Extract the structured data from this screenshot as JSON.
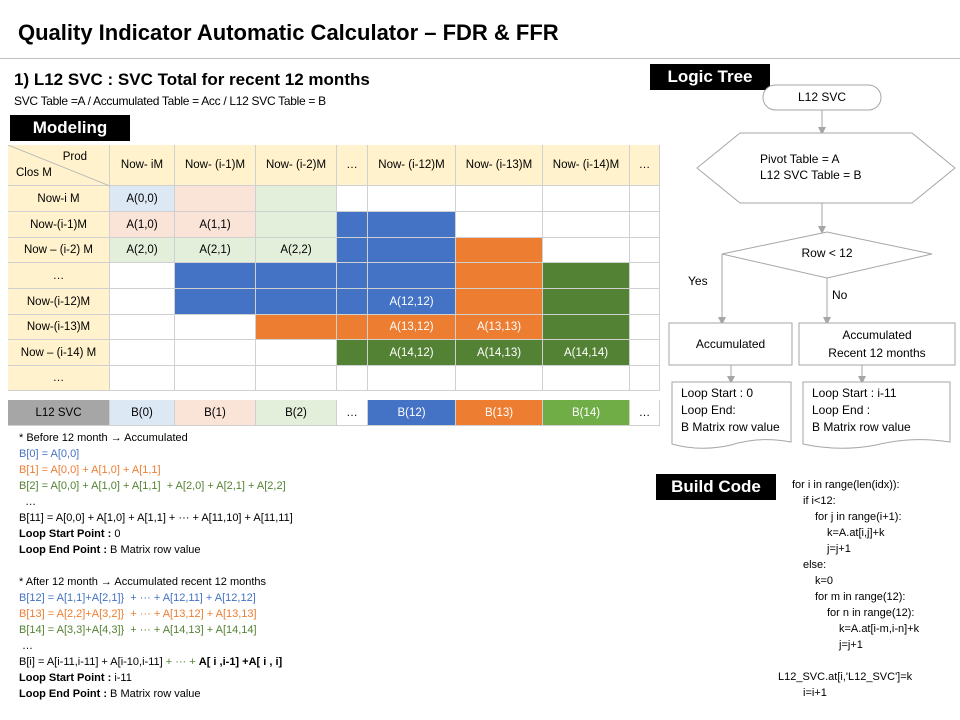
{
  "title": "Quality Indicator Automatic Calculator – FDR & FFR",
  "section": {
    "heading": "1)  L12 SVC : SVC Total for recent 12 months",
    "subtitle": "SVC Table =A / Accumulated Table = Acc /  L12 SVC Table = B"
  },
  "labels": {
    "modeling": "Modeling",
    "logic_tree": "Logic Tree",
    "build_code": "Build Code"
  },
  "colors": {
    "w": "#ffffff",
    "lb": "#dde8f5",
    "pe": "#fae3d7",
    "lg": "#e3efda",
    "bl": "#4472c4",
    "or": "#ed7d31",
    "gr": "#548235",
    "gl": "#70ad47",
    "hd": "#fff2cc",
    "gy": "#a6a6a6"
  },
  "table": {
    "corner_top": "Prod",
    "corner_bottom": "Clos M",
    "columns": [
      "Now- iM",
      "Now- (i-1)M",
      "Now- (i-2)M",
      "…",
      "Now- (i-12)M",
      "Now- (i-13)M",
      "Now- (i-14)M",
      "…"
    ],
    "rows": [
      {
        "label": "Now-i M",
        "cells": [
          [
            "lb",
            "A(0,0)"
          ],
          [
            "pe",
            ""
          ],
          [
            "lg",
            ""
          ],
          [
            "w",
            ""
          ],
          [
            "w",
            ""
          ],
          [
            "w",
            ""
          ],
          [
            "w",
            ""
          ],
          [
            "w",
            ""
          ]
        ]
      },
      {
        "label": "Now-(i-1)M",
        "cells": [
          [
            "pe",
            "A(1,0)"
          ],
          [
            "pe",
            "A(1,1)"
          ],
          [
            "lg",
            ""
          ],
          [
            "bl",
            ""
          ],
          [
            "bl",
            ""
          ],
          [
            "w",
            ""
          ],
          [
            "w",
            ""
          ],
          [
            "w",
            ""
          ]
        ]
      },
      {
        "label": "Now – (i-2) M",
        "cells": [
          [
            "lg",
            "A(2,0)"
          ],
          [
            "lg",
            "A(2,1)"
          ],
          [
            "lg",
            "A(2,2)"
          ],
          [
            "bl",
            ""
          ],
          [
            "bl",
            ""
          ],
          [
            "or",
            ""
          ],
          [
            "w",
            ""
          ],
          [
            "w",
            ""
          ]
        ]
      },
      {
        "label": "…",
        "cells": [
          [
            "w",
            ""
          ],
          [
            "bl",
            ""
          ],
          [
            "bl",
            ""
          ],
          [
            "bl",
            ""
          ],
          [
            "bl",
            ""
          ],
          [
            "or",
            ""
          ],
          [
            "gr",
            ""
          ],
          [
            "w",
            ""
          ]
        ]
      },
      {
        "label": "Now-(i-12)M",
        "cells": [
          [
            "w",
            ""
          ],
          [
            "bl",
            ""
          ],
          [
            "bl",
            ""
          ],
          [
            "bl",
            ""
          ],
          [
            "bl",
            "A(12,12)"
          ],
          [
            "or",
            ""
          ],
          [
            "gr",
            ""
          ],
          [
            "w",
            ""
          ]
        ]
      },
      {
        "label": "Now-(i-13)M",
        "cells": [
          [
            "w",
            ""
          ],
          [
            "w",
            ""
          ],
          [
            "or",
            ""
          ],
          [
            "or",
            ""
          ],
          [
            "or",
            "A(13,12)"
          ],
          [
            "or",
            "A(13,13)"
          ],
          [
            "gr",
            ""
          ],
          [
            "w",
            ""
          ]
        ]
      },
      {
        "label": "Now – (i-14) M",
        "cells": [
          [
            "w",
            ""
          ],
          [
            "w",
            ""
          ],
          [
            "w",
            ""
          ],
          [
            "gr",
            ""
          ],
          [
            "gr",
            "A(14,12)"
          ],
          [
            "gr",
            "A(14,13)"
          ],
          [
            "gr",
            "A(14,14)"
          ],
          [
            "w",
            ""
          ]
        ]
      },
      {
        "label": "…",
        "cells": [
          [
            "w",
            ""
          ],
          [
            "w",
            ""
          ],
          [
            "w",
            ""
          ],
          [
            "w",
            ""
          ],
          [
            "w",
            ""
          ],
          [
            "w",
            ""
          ],
          [
            "w",
            ""
          ],
          [
            "w",
            ""
          ]
        ]
      }
    ],
    "result_row": {
      "label": "L12 SVC",
      "cells": [
        [
          "lb",
          "B(0)"
        ],
        [
          "pe",
          "B(1)"
        ],
        [
          "lg",
          "B(2)"
        ],
        [
          "w",
          "…"
        ],
        [
          "bl",
          "B(12)"
        ],
        [
          "or",
          "B(13)"
        ],
        [
          "gl",
          "B(14)"
        ],
        [
          "w",
          "…"
        ]
      ]
    }
  },
  "formulas": [
    [
      {
        "t": "* Before 12 month → Accumulated",
        "c": "#000"
      }
    ],
    [
      {
        "t": "B[0] = A[0,0]",
        "c": "#4472c4"
      }
    ],
    [
      {
        "t": "B[1] = A[0,0] + A[1,0] + A[1,1]",
        "c": "#ed7d31"
      }
    ],
    [
      {
        "t": "B[2] = A[0,0] + A[1,0] + A[1,1]  + A[2,0] + A[2,1] + A[2,2]",
        "c": "#548235"
      }
    ],
    [
      {
        "t": "  …",
        "c": "#000"
      }
    ],
    [
      {
        "t": "B[11] = A[0,0] + A[1,0] + A[1,1] + ··· + A[11,10] + A[11,11]",
        "c": "#000"
      }
    ],
    [
      {
        "t": "Loop Start Point : ",
        "c": "#000",
        "b": true
      },
      {
        "t": "0",
        "c": "#000"
      }
    ],
    [
      {
        "t": "Loop End Point : ",
        "c": "#000",
        "b": true
      },
      {
        "t": "B Matrix row value",
        "c": "#000"
      }
    ],
    [
      {
        "t": "* After 12 month → Accumulated recent 12 months",
        "c": "#000"
      }
    ],
    [
      {
        "t": "B[12] = A[1,1]+A[2,1]}  + ··· + A[12,11] + A[12,12]",
        "c": "#4472c4"
      }
    ],
    [
      {
        "t": "B[13] = A[2,2]+A[3,2]}  + ··· + A[13,12] + A[13,13]",
        "c": "#ed7d31"
      }
    ],
    [
      {
        "t": "B[14] = A[3,3]+A[4,3]}  + ··· + A[14,13] + A[14,14]",
        "c": "#548235"
      }
    ],
    [
      {
        "t": " …",
        "c": "#000"
      }
    ],
    [
      {
        "t": "B[i] = A[i-11,i-11] + A[i-10,i-11] ",
        "c": "#000"
      },
      {
        "t": "+ ··· + ",
        "c": "#548235"
      },
      {
        "t": "A[ i ,i-1] +A[ i , i]",
        "c": "#000",
        "b": true
      }
    ],
    [
      {
        "t": "Loop Start Point : ",
        "c": "#000",
        "b": true
      },
      {
        "t": "i-11",
        "c": "#000"
      }
    ],
    [
      {
        "t": "Loop End Point : ",
        "c": "#000",
        "b": true
      },
      {
        "t": "B Matrix row value",
        "c": "#000"
      }
    ]
  ],
  "flow": {
    "start": "L12 SVC",
    "init_line1": "Pivot Table = A",
    "init_line2": "L12 SVC  Table = B",
    "decision": "Row < 12",
    "yes": "Yes",
    "no": "No",
    "left_box": "Accumulated",
    "right_box_line1": "Accumulated",
    "right_box_line2": "Recent 12 months",
    "left_doc": [
      "Loop Start : 0",
      "Loop End:",
      "B Matrix row value"
    ],
    "right_doc": [
      "Loop Start : i-11",
      "Loop End :",
      "B Matrix row value"
    ]
  },
  "code": [
    "for i in range(len(idx)):",
    "if i<12:",
    "for j in range(i+1):",
    "k=A.at[i,j]+k",
    "j=j+1",
    "else:",
    "k=0",
    "for m in range(12):",
    "for n in range(12):",
    "k=A.at[i-m,i-n]+k",
    "j=j+1",
    "L12_SVC.at[i,'L12_SVC']=k",
    "i=i+1"
  ]
}
